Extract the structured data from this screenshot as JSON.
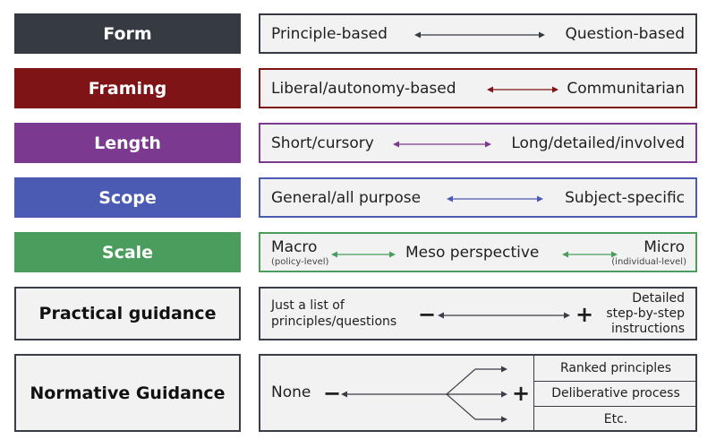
{
  "colors": {
    "form": "#363a43",
    "framing": "#7f1416",
    "length": "#7b3a8f",
    "scope": "#4b5bb3",
    "scale": "#4a9d5c",
    "outline": "#3a3d45",
    "box_bg": "#f2f2f2"
  },
  "rows": {
    "form": {
      "label": "Form",
      "left": "Principle-based",
      "right": "Question-based"
    },
    "framing": {
      "label": "Framing",
      "left": "Liberal/autonomy-based",
      "right": "Communitarian"
    },
    "length": {
      "label": "Length",
      "left": "Short/cursory",
      "right": "Long/detailed/involved"
    },
    "scope": {
      "label": "Scope",
      "left": "General/all purpose",
      "right": "Subject-specific"
    },
    "scale": {
      "label": "Scale",
      "left": "Macro",
      "left_sub": "(policy-level)",
      "middle": "Meso perspective",
      "right": "Micro",
      "right_sub": "(individual-level)"
    },
    "practical": {
      "label": "Practical guidance",
      "left_line1": "Just a list of",
      "left_line2": "principles/questions",
      "minus": "−",
      "plus": "+",
      "right_line1": "Detailed",
      "right_line2": "step-by-step",
      "right_line3": "instructions"
    },
    "normative": {
      "label": "Normative Guidance",
      "left": "None",
      "minus": "−",
      "plus": "+",
      "options": [
        "Ranked principles",
        "Deliberative process",
        "Etc."
      ]
    }
  }
}
